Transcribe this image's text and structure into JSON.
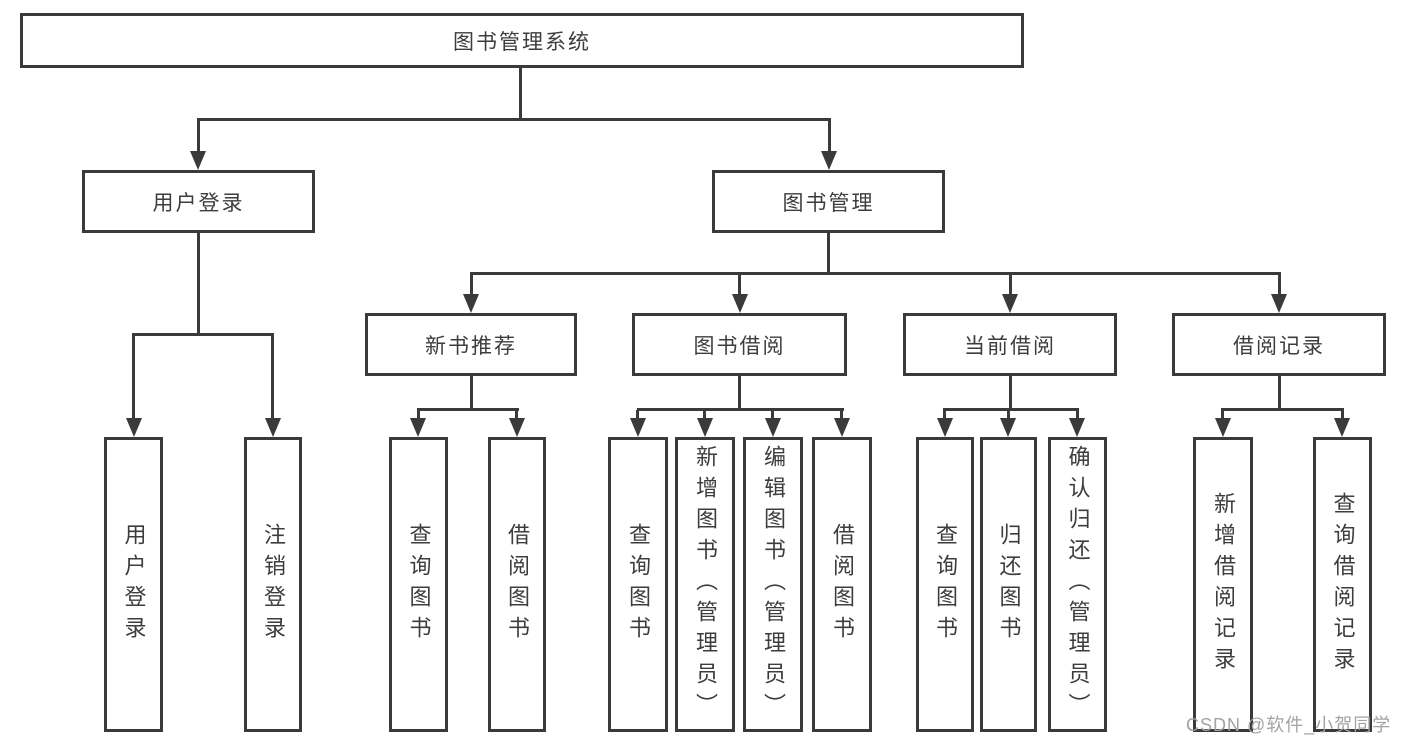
{
  "root": {
    "label": "图书管理系统"
  },
  "level2": {
    "user_login": {
      "label": "用户登录"
    },
    "book_management": {
      "label": "图书管理"
    }
  },
  "level3": {
    "new_book_recommend": {
      "label": "新书推荐"
    },
    "book_borrow": {
      "label": "图书借阅"
    },
    "current_borrow": {
      "label": "当前借阅"
    },
    "borrow_records": {
      "label": "借阅记录"
    }
  },
  "leaves": {
    "user_login_leaf": {
      "label": "用户登录"
    },
    "logout": {
      "label": "注销登录"
    },
    "query_book_1": {
      "label": "查询图书"
    },
    "borrow_book_1": {
      "label": "借阅图书"
    },
    "query_book_2": {
      "label": "查询图书"
    },
    "add_book_admin": {
      "label": "新增图书（管理员）"
    },
    "edit_book_admin": {
      "label": "编辑图书（管理员）"
    },
    "borrow_book_2": {
      "label": "借阅图书"
    },
    "query_book_3": {
      "label": "查询图书"
    },
    "return_book": {
      "label": "归还图书"
    },
    "confirm_return_admin": {
      "label": "确认归还（管理员）"
    },
    "add_borrow_record": {
      "label": "新增借阅记录"
    },
    "query_borrow_record": {
      "label": "查询借阅记录"
    }
  },
  "watermark": {
    "text": "CSDN @软件_小贺同学"
  }
}
